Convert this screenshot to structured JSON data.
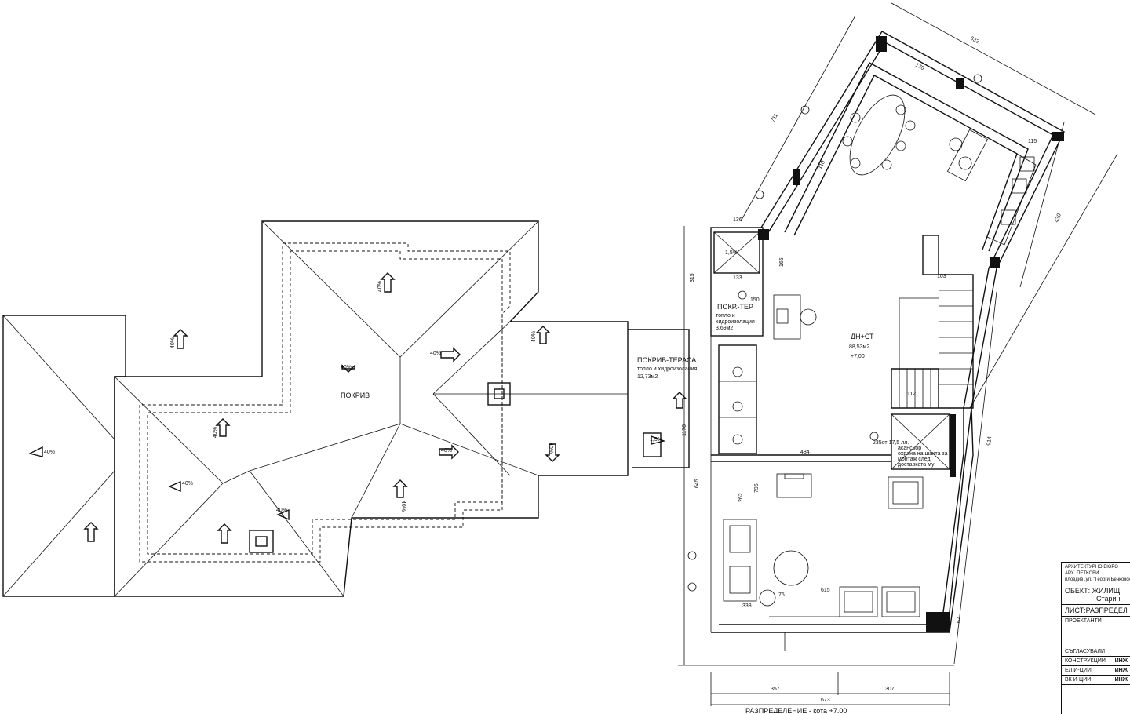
{
  "labels": {
    "roof": "ПОКРИВ",
    "roof_terrace": "ПОКРИВ-ТЕРАСА",
    "roof_terrace_note": "топло и хидроизолация",
    "roof_terrace_area": "12,73м2",
    "roof_ter_small": "ПОКР.-ТЕР.",
    "roof_ter_small_note1": "топло и",
    "roof_ter_small_note2": "хидроизолация",
    "roof_ter_small_area": "3,69м2",
    "living": "ДН+СТ",
    "living_area": "88,53м2",
    "living_level": "+7,00",
    "stair_note": "235от 17,5 лл.",
    "stair_note2": "асансьор",
    "stair_note3": "охрана на шахта за",
    "stair_note4": "монтаж след",
    "stair_note5": "доставката му",
    "floor_plan_title": "РАЗПРЕДЕЛЕНИЕ - кота +7,00"
  },
  "slopes": [
    "40%",
    "40%",
    "40%",
    "40%",
    "40%",
    "40%",
    "40%",
    "40%",
    "40%",
    "40%",
    "40%",
    "40%",
    "1,5%",
    "1,5%"
  ],
  "dimensions": {
    "d632": "632",
    "d711": "711",
    "d170": "170",
    "d110": "110",
    "d136": "136",
    "d315": "315",
    "d133": "133",
    "d150": "150",
    "d165": "165",
    "d484": "484",
    "d795": "795",
    "d262": "262",
    "d615": "615",
    "d645": "645",
    "d75": "75",
    "d338": "338",
    "d357": "357",
    "d307": "307",
    "d673": "673",
    "d914": "914",
    "d430": "430",
    "d67": "67",
    "d1176": "1176",
    "d103": "103",
    "d112": "112",
    "d115": "115"
  },
  "titleblock": {
    "bureau1": "АРХИТЕКТУРНО БЮРО",
    "bureau2": "АРХ. ПЕТКОВИ",
    "bureau3": "пловдив ,ул. \"Георги Бенковски\"",
    "object_label": "ОБЕКТ:",
    "object_value": "ЖИЛИЩ",
    "object_sub": "Старин",
    "sheet": "ЛИСТ:РАЗПРЕДЕЛ",
    "designers": "ПРОЕКТАНТИ",
    "approved": "СЪГЛАСУВАЛИ",
    "constructions": "КОНСТРУКЦИИ",
    "constructions_v": "ИНЖ",
    "electrical": "ЕЛ.И-ЦИИ",
    "electrical_v": "ИНЖ",
    "water": "ВК И-ЦИИ",
    "water_v": "ИНЖ"
  }
}
